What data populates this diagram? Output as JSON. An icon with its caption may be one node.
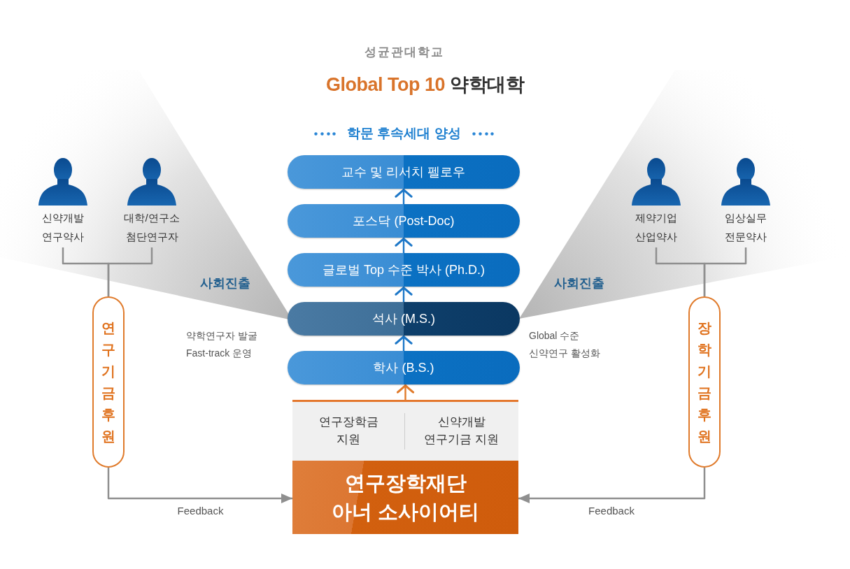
{
  "diagram": {
    "title": "Global Top 10 약학대학",
    "nodes": [
      {
        "text": [
          "신약개발 연구약사"
        ]
      },
      {
        "text": [
          "대학/연구소 첨단연구자"
        ]
      },
      {
        "text": [
          "제약기업 산업약사"
        ]
      },
      {
        "text": [
          "임상실무 전문약사"
        ]
      },
      {
        "text": [
          "교수 및 리서치 펠로우"
        ]
      },
      {
        "text": [
          "포스닥 (Post-Doc)"
        ]
      },
      {
        "text": [
          "글로벌 Top 수준 박사 (Ph.D.)"
        ]
      },
      {
        "text": [
          "석사 (M.S.)"
        ]
      },
      {
        "text": [
          "학사 (B.S.)"
        ]
      },
      {
        "text": [
          "연구기금후원"
        ]
      },
      {
        "text": [
          "장학기금후원"
        ]
      },
      {
        "text": [],
        "shape": "box"
      },
      {
        "text": [
          "연구장학금 지원"
        ],
        "in": 11
      },
      {
        "text": [
          "신약개발 연구기금 지원"
        ],
        "in": 11
      },
      {
        "text": [
          "연구장학재단 아너 소사이어티"
        ],
        "in": 11
      }
    ],
    "edges": [
      {
        "from": 5,
        "to": 4,
        "arrow": "to",
        "color": "#1e78c8"
      },
      {
        "from": 6,
        "to": 5,
        "arrow": "to",
        "color": "#1e78c8"
      },
      {
        "from": 7,
        "to": 6,
        "arrow": "to",
        "color": "#1e78c8"
      },
      {
        "from": 8,
        "to": 7,
        "arrow": "to",
        "color": "#1e78c8"
      },
      {
        "from": 11,
        "to": 8,
        "arrow": "to",
        "color": "#e07b2c"
      },
      {
        "from": 0,
        "to": 9,
        "arrow": "none"
      },
      {
        "from": 1,
        "to": 9,
        "arrow": "none"
      },
      {
        "from": 2,
        "to": 10,
        "arrow": "none"
      },
      {
        "from": 3,
        "to": 10,
        "arrow": "none"
      },
      {
        "from": 9,
        "to": 14,
        "arrow": "to",
        "label": "Feedback"
      },
      {
        "from": 10,
        "to": 14,
        "arrow": "to",
        "label": "Feedback"
      }
    ],
    "labels": [
      "성균관대학교",
      "학문 후속세대 양성",
      "사회진출",
      "사회진출",
      "약학연구자 발굴 Fast-track 운영",
      "Global 수준 신약연구 활성화"
    ]
  }
}
